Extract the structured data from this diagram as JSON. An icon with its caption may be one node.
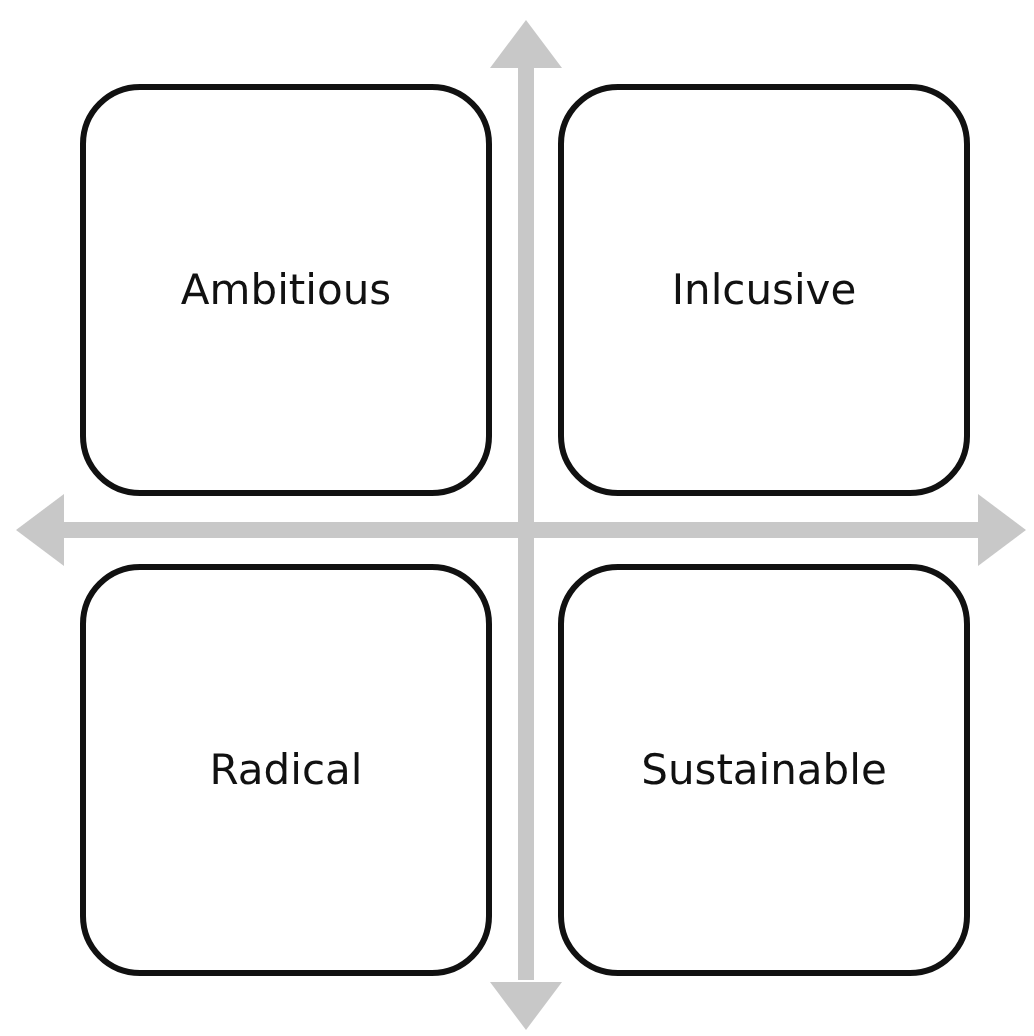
{
  "diagram": {
    "nodes": [
      {
        "text": [
          "Ambitious"
        ]
      },
      {
        "text": [
          "Inlcusive"
        ]
      },
      {
        "text": [
          "Radical"
        ]
      },
      {
        "text": [
          "Sustainable"
        ]
      }
    ],
    "edges": []
  }
}
